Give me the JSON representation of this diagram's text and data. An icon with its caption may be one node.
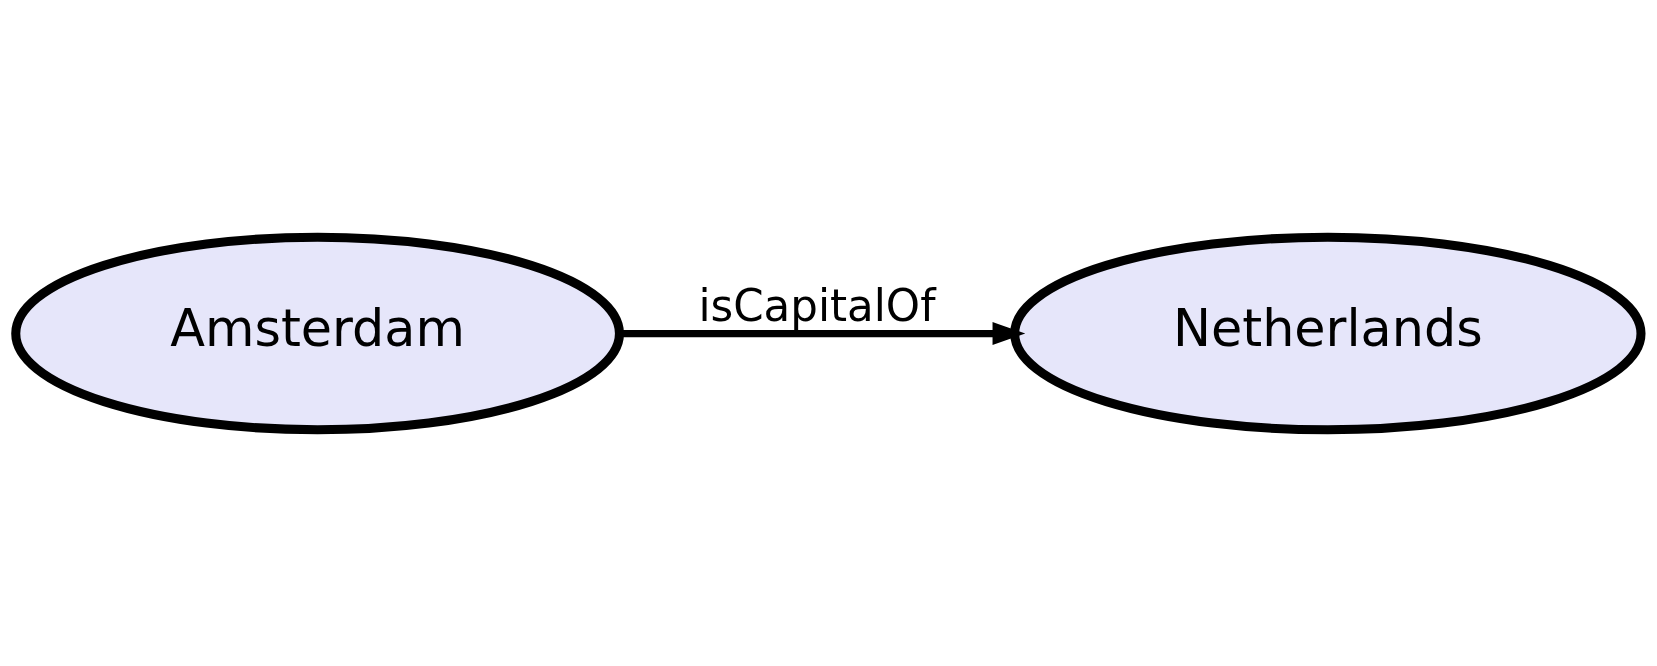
{
  "diagram": {
    "nodes": [
      {
        "text": [
          "Amsterdam"
        ]
      },
      {
        "text": [
          "Netherlands"
        ]
      }
    ],
    "edges": [
      {
        "from": 0,
        "to": 1,
        "arrow": "to",
        "label": "isCapitalOf"
      }
    ]
  }
}
